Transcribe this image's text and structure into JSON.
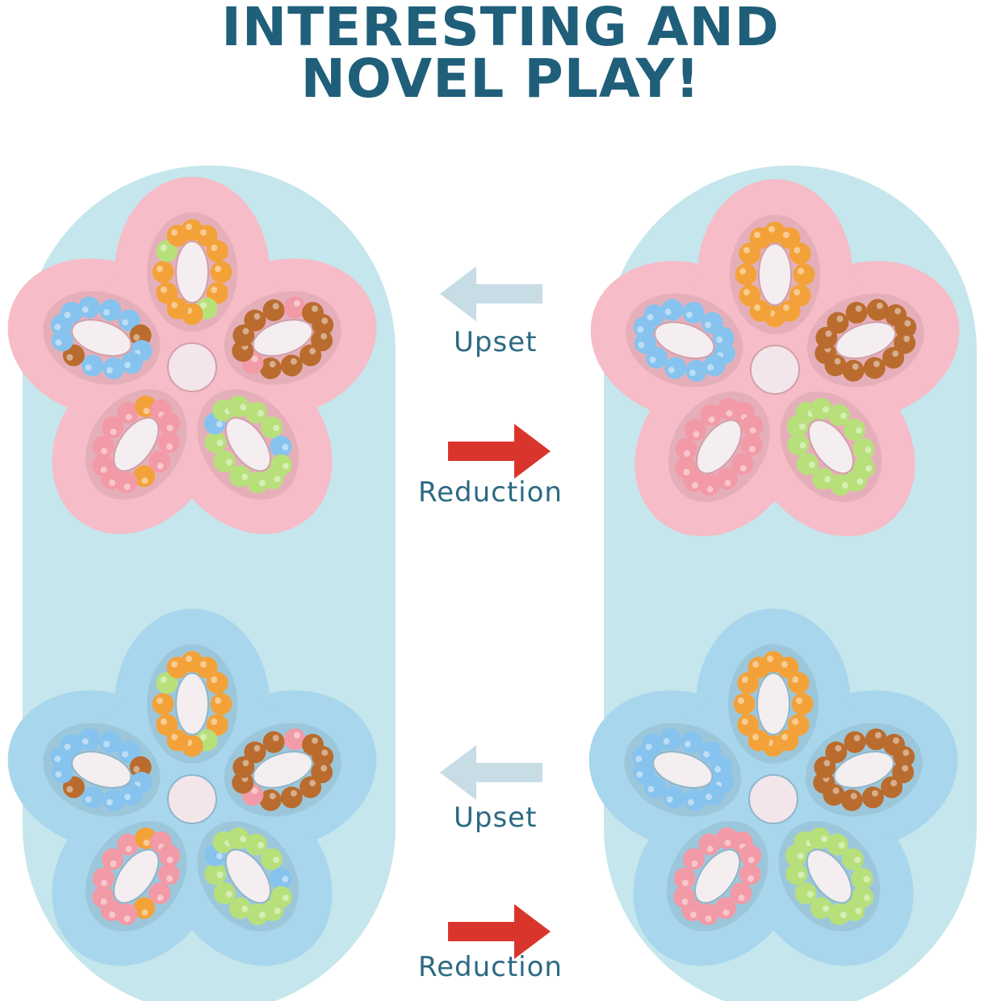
{
  "headline": {
    "line1": "INTERESTING AND",
    "line2": "NOVEL PLAY!"
  },
  "colors": {
    "headline": "#1f5f7a",
    "label_text": "#2c6a82",
    "panel_bg": "#c5e6ec",
    "pink_toy": "#f6bcc8",
    "blue_toy": "#a8d6ec",
    "arrow_left": "#c8dce6",
    "arrow_right": "#d9352c",
    "bead_orange": "#f3a23a",
    "bead_brown": "#b96c2e",
    "bead_green": "#b7e07a",
    "bead_blue": "#86c3ee",
    "bead_pink": "#f29aa6"
  },
  "icons": [
    "arrow-left-icon",
    "arrow-right-icon"
  ],
  "steps": [
    {
      "upset_label": "Upset",
      "reduction_label": "Reduction"
    },
    {
      "upset_label": "Upset",
      "reduction_label": "Reduction"
    }
  ]
}
